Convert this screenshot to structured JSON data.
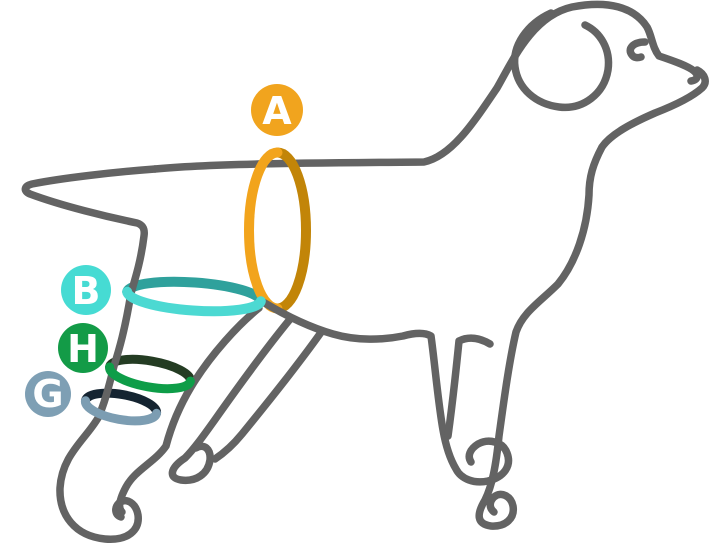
{
  "diagram": {
    "background_color": "#ffffff",
    "outline_color": "#636363"
  },
  "measurements": {
    "a": {
      "letter": "A",
      "badge_color": "#F1A41E",
      "ring_front_color": "#F2A41C",
      "ring_back_color": "#C28508"
    },
    "b": {
      "letter": "B",
      "badge_color": "#46DBD3",
      "ring_front_color": "#4CD9D2",
      "ring_back_color": "#2FA19C"
    },
    "h": {
      "letter": "H",
      "badge_color": "#139B47",
      "ring_front_color": "#0E9D48",
      "ring_back_color": "#243C23"
    },
    "g": {
      "letter": "G",
      "badge_color": "#7E9FB4",
      "ring_front_color": "#7C9DB2",
      "ring_back_color": "#152431"
    }
  }
}
